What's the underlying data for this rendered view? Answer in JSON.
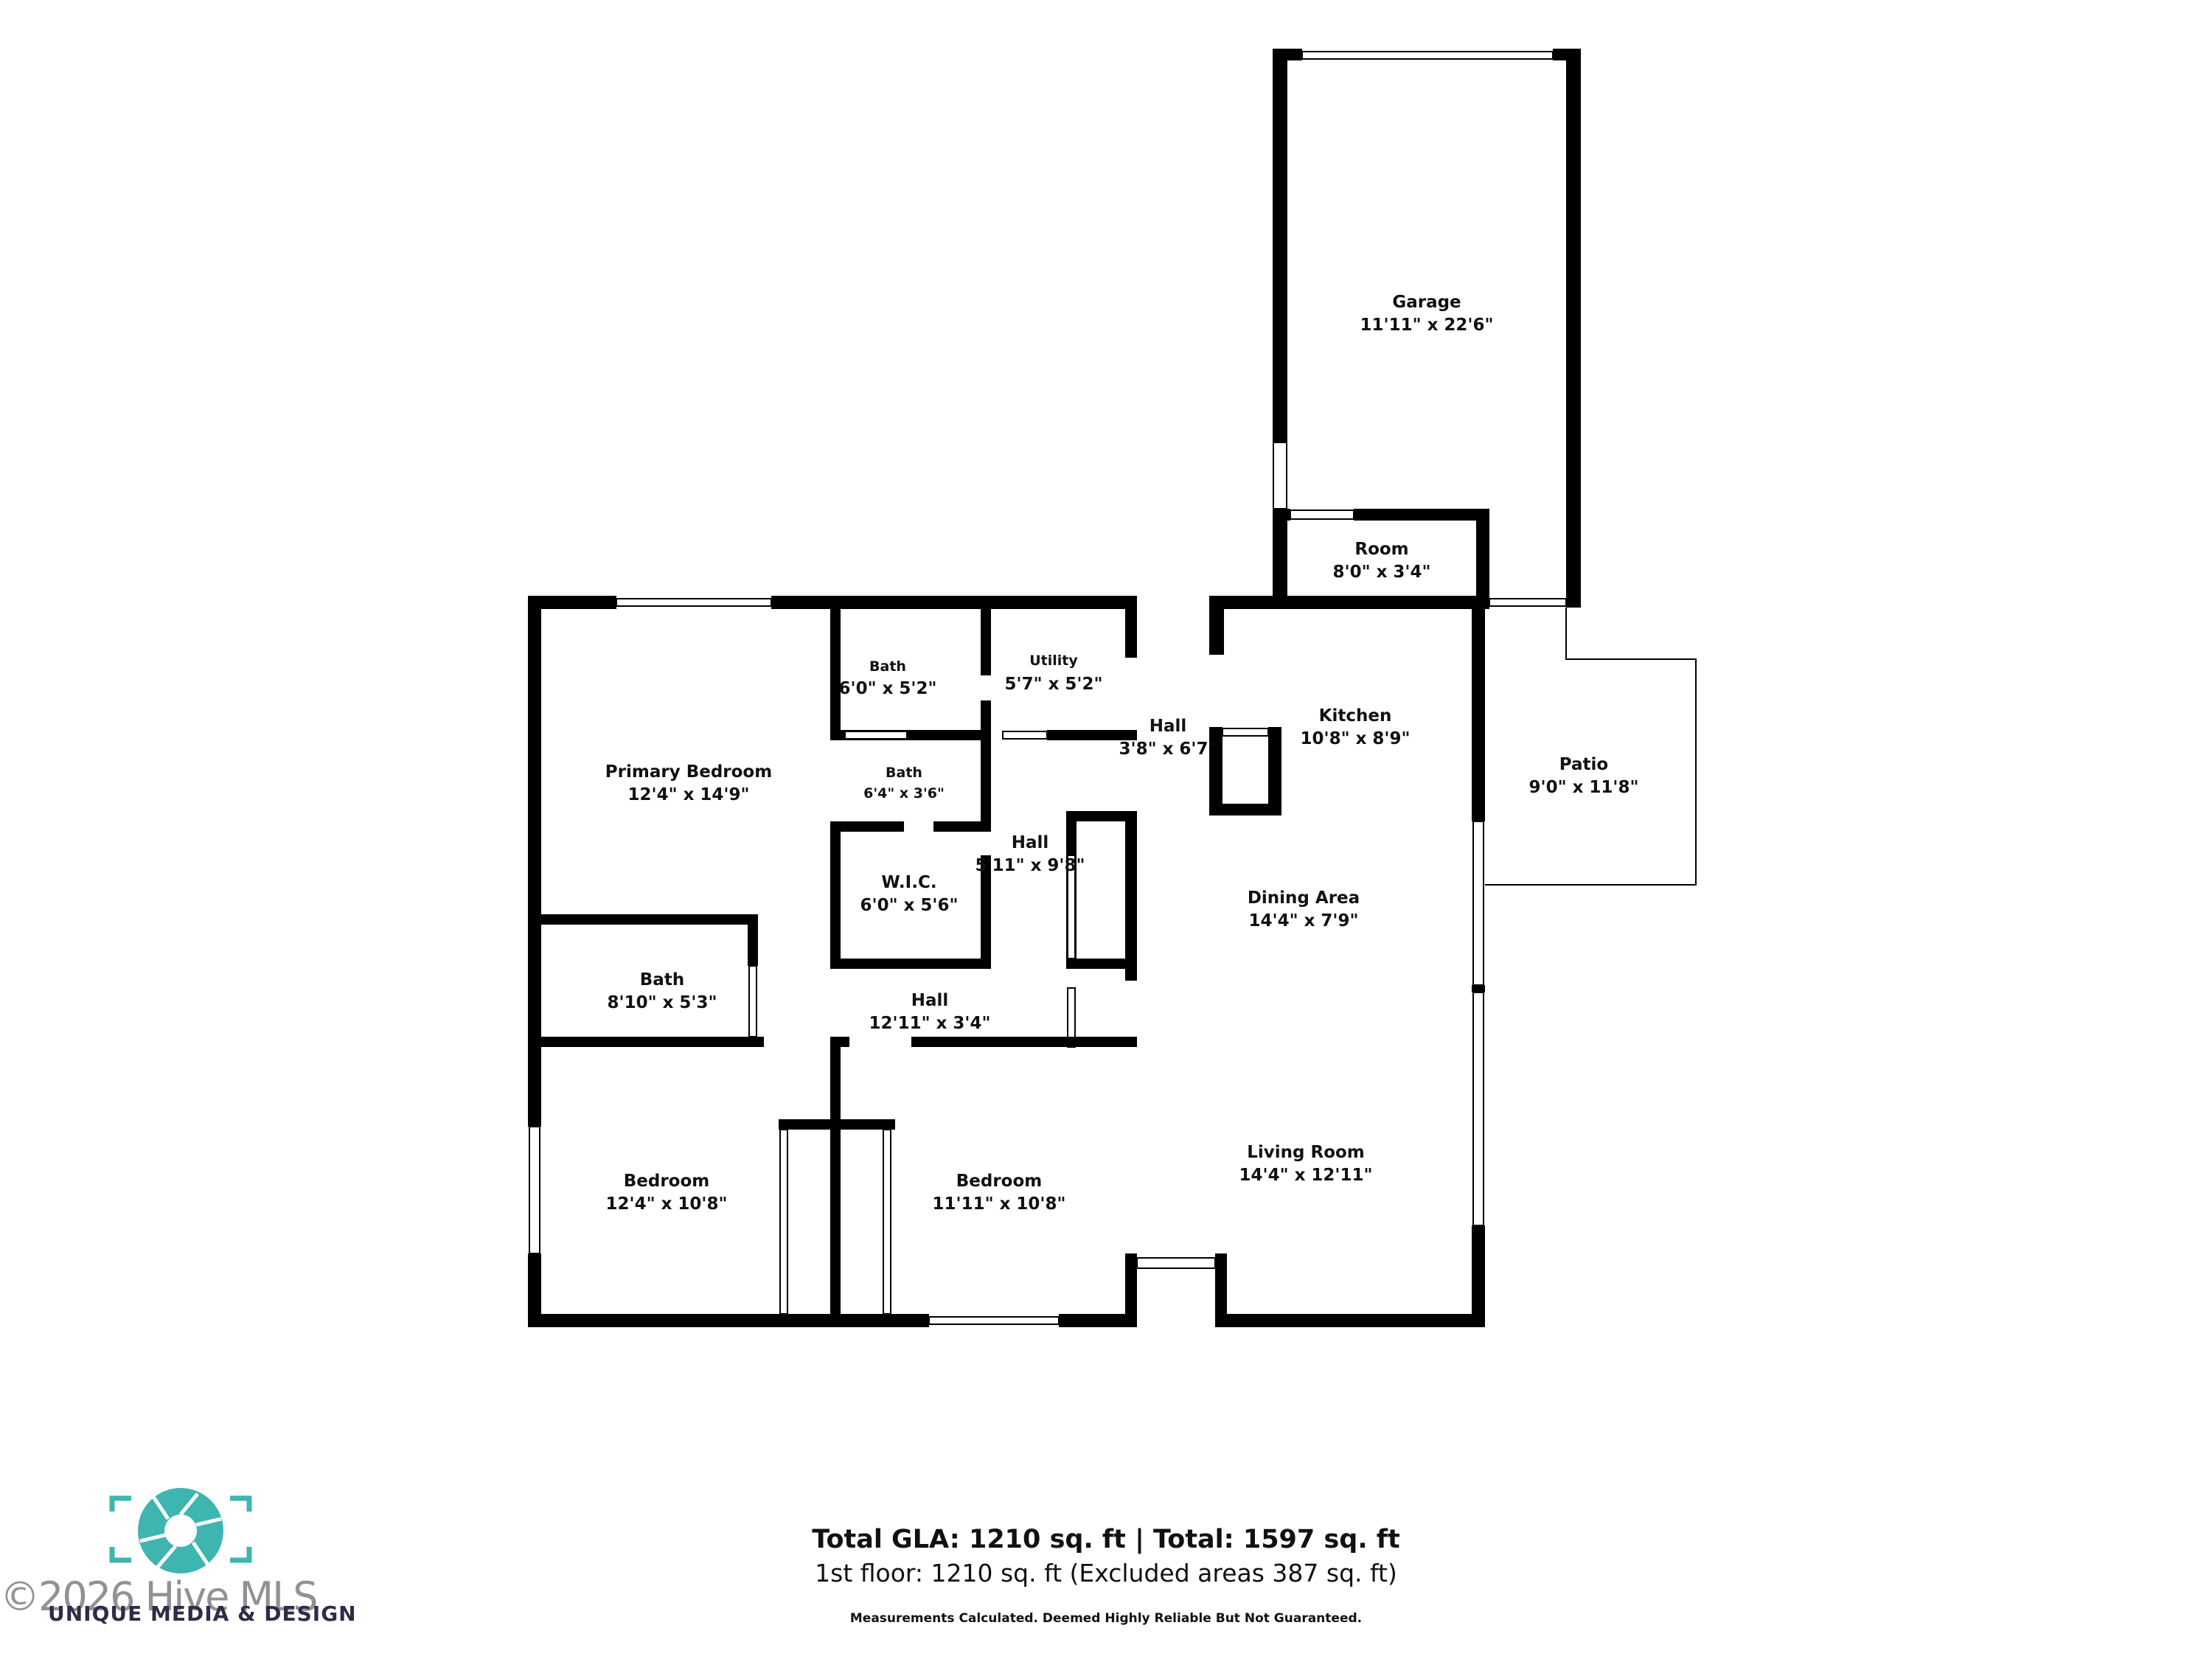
{
  "rooms": [
    {
      "id": "garage",
      "name": "Garage",
      "dims": "11'11\" x 22'6\""
    },
    {
      "id": "room",
      "name": "Room",
      "dims": "8'0\" x 3'4\""
    },
    {
      "id": "kitchen",
      "name": "Kitchen",
      "dims": "10'8\" x 8'9\""
    },
    {
      "id": "patio",
      "name": "Patio",
      "dims": "9'0\" x 11'8\""
    },
    {
      "id": "hall-top",
      "name": "Hall",
      "dims": "3'8\" x 6'7\""
    },
    {
      "id": "utility",
      "name": "Utility",
      "dims": "5'7\" x 5'2\""
    },
    {
      "id": "bath-top",
      "name": "Bath",
      "dims": "6'0\" x 5'2\""
    },
    {
      "id": "primary-bedroom",
      "name": "Primary Bedroom",
      "dims": "12'4\" x 14'9\""
    },
    {
      "id": "bath-mid",
      "name": "Bath",
      "dims": "6'4\" x 3'6\""
    },
    {
      "id": "wic",
      "name": "W.I.C.",
      "dims": "6'0\" x 5'6\""
    },
    {
      "id": "hall-mid",
      "name": "Hall",
      "dims": "5'11\" x 9'8\""
    },
    {
      "id": "dining-area",
      "name": "Dining Area",
      "dims": "14'4\" x 7'9\""
    },
    {
      "id": "bath-left",
      "name": "Bath",
      "dims": "8'10\" x 5'3\""
    },
    {
      "id": "hall-bottom",
      "name": "Hall",
      "dims": "12'11\" x 3'4\""
    },
    {
      "id": "bedroom-left",
      "name": "Bedroom",
      "dims": "12'4\" x 10'8\""
    },
    {
      "id": "bedroom-mid",
      "name": "Bedroom",
      "dims": "11'11\" x 10'8\""
    },
    {
      "id": "living-room",
      "name": "Living Room",
      "dims": "14'4\" x 12'11\""
    }
  ],
  "footer": {
    "total": "Total GLA: 1210 sq. ft | Total: 1597 sq. ft",
    "floor": "1st floor: 1210 sq. ft (Excluded areas 387 sq. ft)",
    "disclaimer": "Measurements Calculated. Deemed Highly Reliable But Not Guaranteed."
  },
  "watermark": {
    "copyright": "©2026 Hive MLS",
    "brand": "UNIQUE MEDIA & DESIGN"
  },
  "colors": {
    "wall": "#000000",
    "logo_teal": "#3fb5b0",
    "brand_text": "#2d2d4a"
  }
}
